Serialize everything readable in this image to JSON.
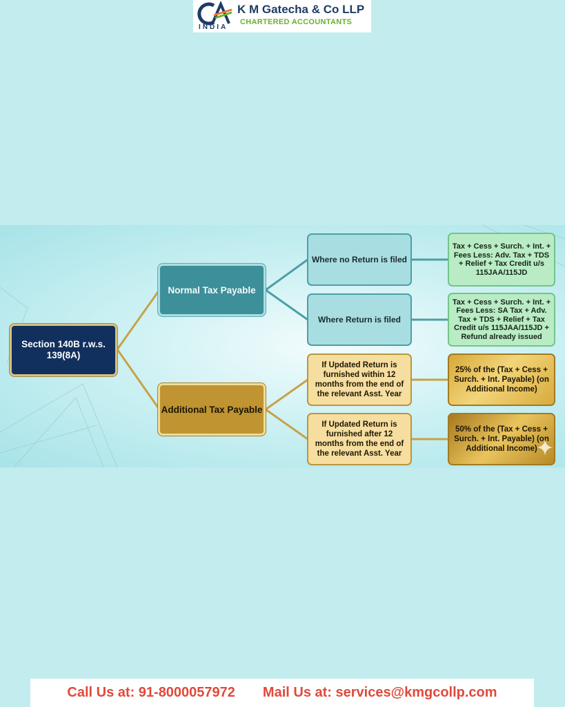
{
  "header": {
    "logo_mark": "CA",
    "logo_country": "INDIA",
    "firm_name": "K M Gatecha & Co LLP",
    "firm_subtitle": "CHARTERED ACCOUNTANTS"
  },
  "diagram": {
    "root": {
      "label": "Section 140B r.w.s. 139(8A)",
      "color": "#12305e"
    },
    "branches": [
      {
        "label": "Normal Tax Payable",
        "color": "#3d8f99",
        "children": [
          {
            "condition": "Where no Return is filed",
            "result": "Tax + Cess + Surch. + Int. + Fees Less: Adv. Tax + TDS + Relief + Tax Credit u/s 115JAA/115JD"
          },
          {
            "condition": "Where Return is filed",
            "result": "Tax + Cess + Surch. + Int. + Fees Less: SA Tax + Adv. Tax + TDS + Relief + Tax Credit u/s 115JAA/115JD + Refund already issued"
          }
        ]
      },
      {
        "label": "Additional Tax Payable",
        "color": "#bf9431",
        "children": [
          {
            "condition": "If Updated Return is furnished within 12 months from the end of the relevant Asst. Year",
            "result": "25% of the (Tax + Cess + Surch. + Int. Payable) (on Additional Income)"
          },
          {
            "condition": "If Updated Return is furnished after 12 months from the end of the relevant Asst. Year",
            "result": "50% of the (Tax + Cess + Surch. + Int. Payable) (on Additional Income)"
          }
        ]
      }
    ]
  },
  "footer": {
    "call_text": "Call Us at: 91-8000057972",
    "mail_text": "Mail Us at: services@kmgcollp.com",
    "text_color": "#e0493b"
  }
}
